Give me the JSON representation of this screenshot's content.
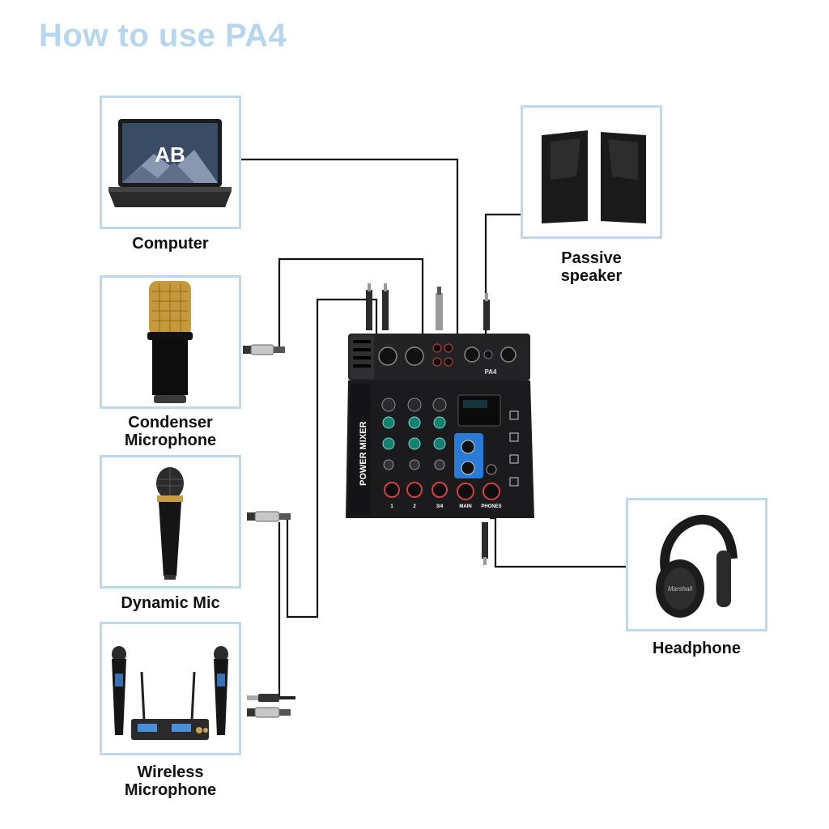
{
  "title": "How to use PA4",
  "devices": {
    "computer": "Computer",
    "condenser_mic_line1": "Condenser",
    "condenser_mic_line2": "Microphone",
    "dynamic_mic": "Dynamic Mic",
    "wireless_mic_line1": "Wireless",
    "wireless_mic_line2": "Microphone",
    "passive_speaker_line1": "Passive",
    "passive_speaker_line2": "speaker",
    "headphone": "Headphone"
  },
  "mixer": {
    "side_label": "POWER MIXER",
    "model": "PA4",
    "channel_labels": [
      "1",
      "2",
      "3/4",
      "MAIN",
      "PHONES"
    ]
  },
  "colors": {
    "title": "#b6d6ef",
    "box_border": "#bcd9ef",
    "cable": "#111111",
    "mixer_body": "#1b1b1d",
    "accent_blue": "#2a7bd6"
  }
}
